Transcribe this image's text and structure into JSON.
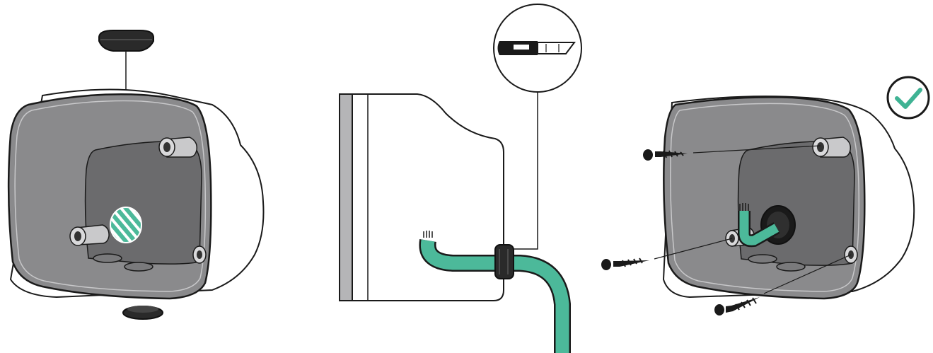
{
  "figure": {
    "panels": [
      {
        "label": "",
        "items": [
          "grommet-plug",
          "mounting-box",
          "cable-entry-hole",
          "mounting-post",
          "knockout-plug"
        ]
      },
      {
        "label": "",
        "items": [
          "mounting-box-side-view",
          "cutter-knife",
          "cable-grommet",
          "power-cable"
        ]
      },
      {
        "label": "",
        "items": [
          "mounting-box",
          "fixed-grommet",
          "power-cable",
          "screw",
          "screw",
          "screw",
          "check-mark"
        ]
      }
    ],
    "icons": [
      "cutter-knife-icon",
      "check-mark-icon"
    ],
    "colors": {
      "outline": "#1a1a1a",
      "box_shell": "#ffffff",
      "box_inner": "#8a8a8c",
      "box_back": "#6b6b6d",
      "cable": "#4cb99a",
      "rubber": "#2a2a2a",
      "check": "#3fb394"
    }
  }
}
